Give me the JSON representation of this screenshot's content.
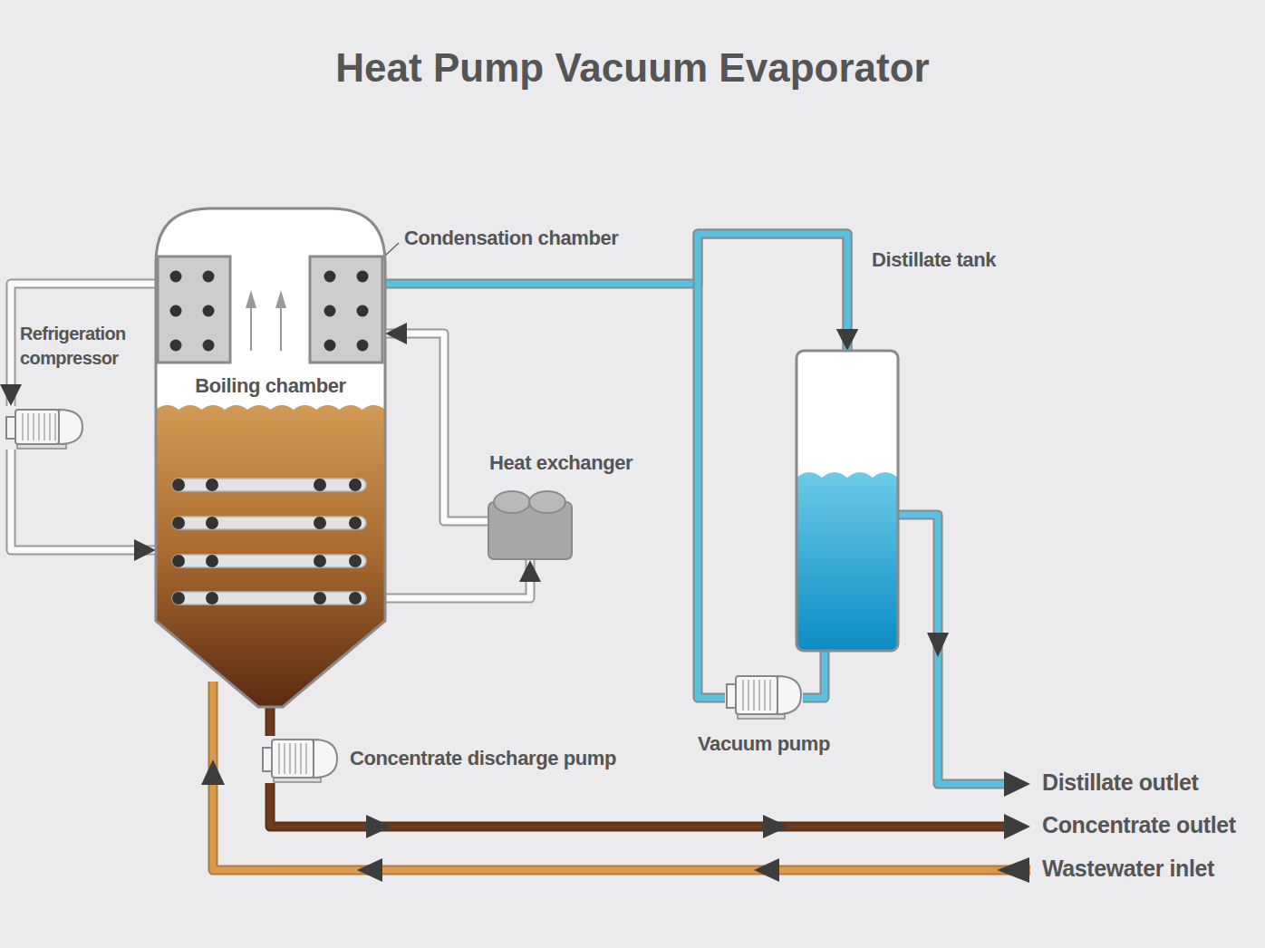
{
  "diagram": {
    "title": "Heat Pump Vacuum Evaporator",
    "nodes": [
      {
        "text": [
          "Refrigeration compressor"
        ]
      },
      {
        "text": [
          "Boiling chamber"
        ]
      },
      {
        "text": [
          "Heat exchanger"
        ]
      },
      {
        "text": [
          "Distillate tank"
        ]
      },
      {
        "text": [
          "Vacuum pump"
        ]
      },
      {
        "text": [
          "Concentrate discharge pump"
        ]
      }
    ],
    "edges": [
      {
        "from": 1,
        "to": 0,
        "arrow": "to"
      },
      {
        "from": 0,
        "to": 1,
        "arrow": "to"
      },
      {
        "from": 1,
        "to": 2,
        "arrow": "to"
      },
      {
        "from": 2,
        "to": 1,
        "arrow": "to"
      },
      {
        "from": 1,
        "to": 3,
        "arrow": "to"
      },
      {
        "from": 3,
        "to": 4,
        "arrow": "none"
      },
      {
        "from": 4,
        "to": 3,
        "arrow": "to"
      },
      {
        "from": 1,
        "to": 5,
        "arrow": "none"
      }
    ],
    "labels": [
      "Condensation chamber",
      "Distillate outlet",
      "Concentrate outlet",
      "Wastewater inlet"
    ]
  }
}
